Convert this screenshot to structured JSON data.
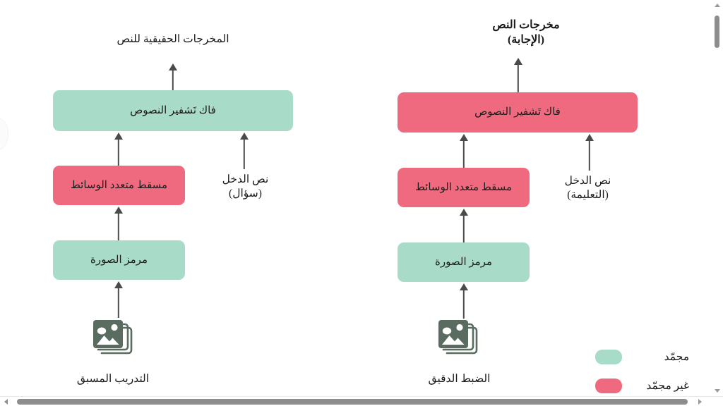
{
  "diagram": {
    "type": "two-column-pipeline-diagram",
    "language": "ar",
    "colors": {
      "frozen": "#a9dcc8",
      "unfrozen": "#ef6a7e",
      "arrow": "#4a4a4a",
      "icon": "#5a6b60",
      "text": "#1b1b1b",
      "background": "#ffffff"
    },
    "columns": [
      {
        "id": "pretraining",
        "output_label": "المخرجات الحقيقية للنص",
        "output_bold": false,
        "decoder": {
          "label": "فاك تَشفير النصوص",
          "state": "frozen"
        },
        "projector": {
          "label": "مسقط متعدد الوسائط",
          "state": "unfrozen"
        },
        "encoder": {
          "label": "مرمز الصورة",
          "state": "frozen"
        },
        "input_text_line1": "نص الدخل",
        "input_text_line2": "(سؤال)",
        "source_label": "التدريب المسبق",
        "source_icon": "image-stack-icon"
      },
      {
        "id": "finetuning",
        "output_label_line1": "مخرجات النص",
        "output_label_line2": "(الإجابة)",
        "output_bold": true,
        "decoder": {
          "label": "فاك تَشفير النصوص",
          "state": "unfrozen"
        },
        "projector": {
          "label": "مسقط متعدد الوسائط",
          "state": "unfrozen"
        },
        "encoder": {
          "label": "مرمز الصورة",
          "state": "frozen"
        },
        "input_text_line1": "نص الدخل",
        "input_text_line2": "(التعليمة)",
        "source_label": "الضبط الدقيق",
        "source_icon": "image-stack-icon"
      }
    ],
    "legend": {
      "items": [
        {
          "label": "مجمّد",
          "state": "frozen",
          "color": "#a9dcc8"
        },
        {
          "label": "غير مجمّد",
          "state": "unfrozen",
          "color": "#ef6a7e"
        }
      ]
    }
  }
}
